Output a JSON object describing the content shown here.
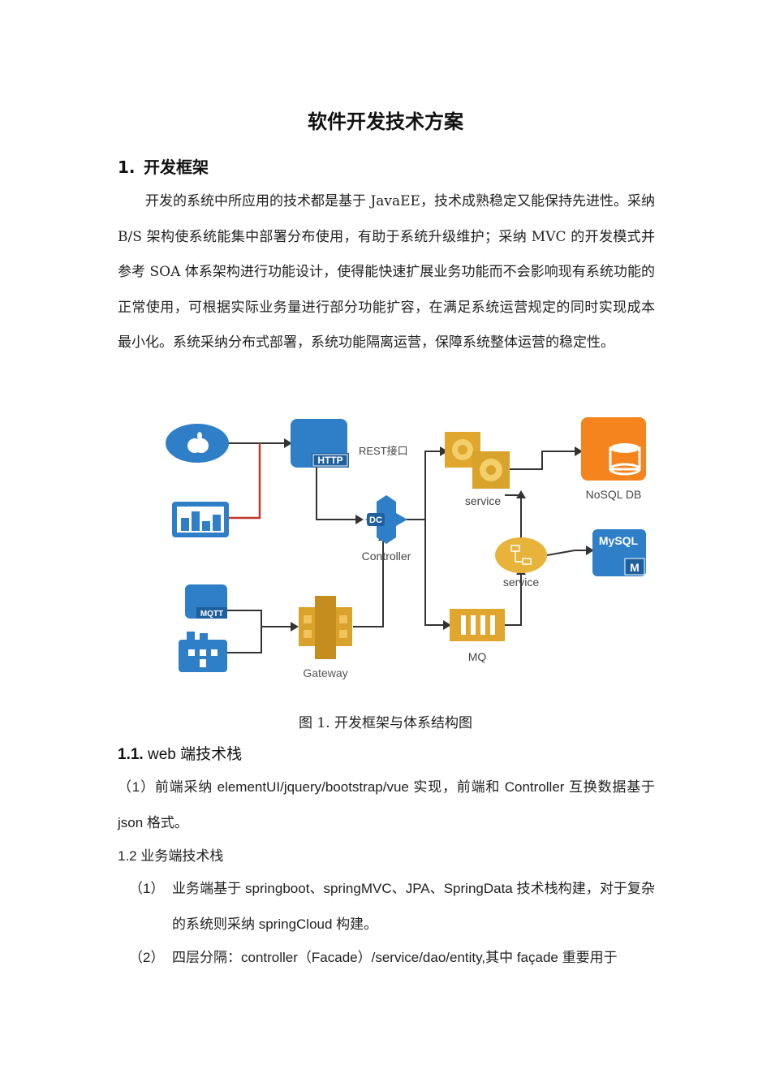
{
  "title": "软件开发技术方案",
  "section1": {
    "num": "1.",
    "heading": "开发框架",
    "paragraph": "开发的系统中所应用的技术都是基于 JavaEE，技术成熟稳定又能保持先进性。采纳 B/S 架构使系统能集中部署分布使用，有助于系统升级维护；采纳 MVC 的开发模式并参考 SOA 体系架构进行功能设计，使得能快速扩展业务功能而不会影响现有系统功能的正常使用，可根据实际业务量进行部分功能扩容，在满足系统运营规定的同时实现成本最小化。系统采纳分布式部署，系统功能隔离运营，保障系统整体运营的稳定性。"
  },
  "figure": {
    "caption": "图 1. 开发框架与体系结构图",
    "labels": {
      "http": "HTTP",
      "rest": "REST接口",
      "dc": "DC",
      "controller": "Controller",
      "mqtt": "MQTT",
      "gateway": "Gateway",
      "service_top": "service",
      "service_mid": "service",
      "mq": "MQ",
      "nosql": "NoSQL DB",
      "mysql": "MySQL",
      "mysql_m": "M"
    },
    "colors": {
      "blue": "#2e7fc8",
      "orange": "#f5841f",
      "gold": "#d9a22a",
      "line": "#333333",
      "red_line": "#c0392b"
    }
  },
  "section11": {
    "num": "1.1.",
    "heading": "web 端技术栈",
    "paragraph": "（1）前端采纳 elementUI/jquery/bootstrap/vue 实现，前端和 Controller 互换数据基于 json 格式。"
  },
  "section12": {
    "heading": "1.2  业务端技术栈",
    "items": [
      {
        "marker": "（1）",
        "text": "业务端基于 springboot、springMVC、JPA、SpringData 技术栈构建，对于复杂的系统则采纳 springCloud 构建。"
      },
      {
        "marker": "（2）",
        "text": "四层分隔：controller（Facade）/service/dao/entity,其中 façade 重要用于"
      }
    ]
  }
}
